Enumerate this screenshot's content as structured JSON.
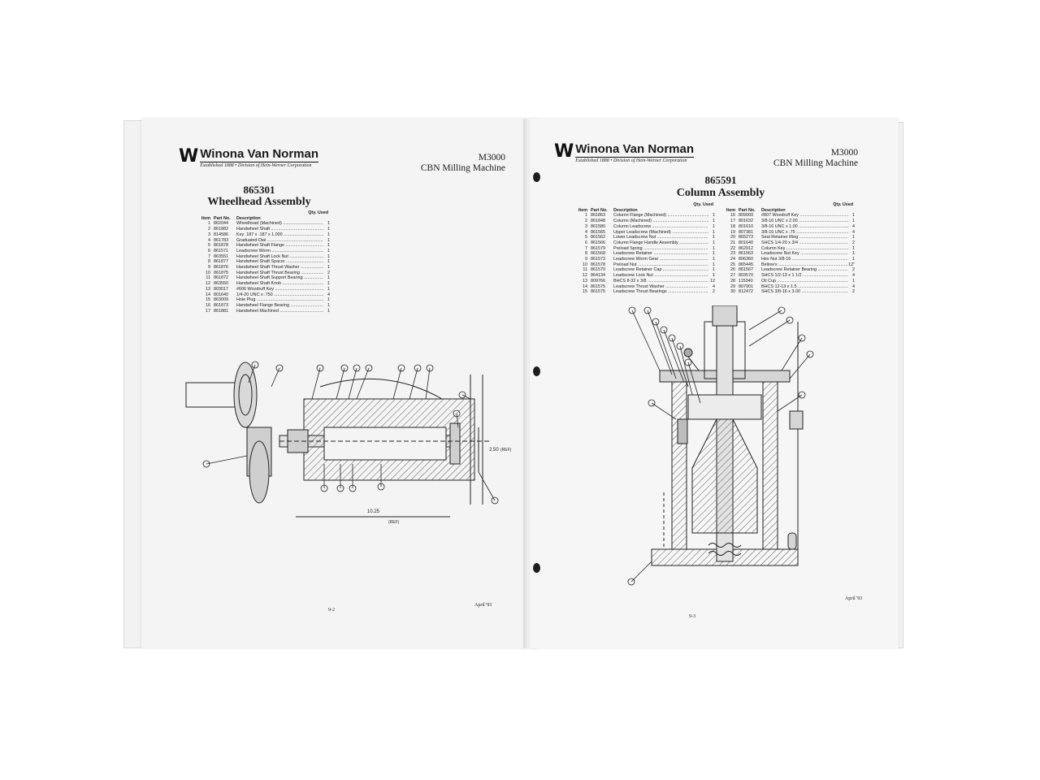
{
  "left_page": {
    "logo": {
      "mark": "W",
      "name": "Winona Van Norman",
      "tagline": "Established 1888 • Division of Hein-Werner Corporation"
    },
    "model": "M3000",
    "machine": "CBN Milling Machine",
    "assembly_number": "865301",
    "assembly_name": "Wheelhead Assembly",
    "qty_header": "Qty. Used",
    "columns": {
      "item": "Item",
      "part": "Part No.",
      "desc": "Description"
    },
    "parts": [
      {
        "item": "1",
        "part": "862044",
        "desc": "Wheelhead (Machined)",
        "qty": "1"
      },
      {
        "item": "2",
        "part": "861882",
        "desc": "Handwheel Shaft",
        "qty": "1"
      },
      {
        "item": "3",
        "part": "814586",
        "desc": "Key .187 x .187 x 1.000",
        "qty": "1"
      },
      {
        "item": "4",
        "part": "861783",
        "desc": "Graduated Dial",
        "qty": "1"
      },
      {
        "item": "5",
        "part": "861878",
        "desc": "Handwheel Shaft Flange",
        "qty": "1"
      },
      {
        "item": "6",
        "part": "861571",
        "desc": "Leadscrew Worm",
        "qty": "1"
      },
      {
        "item": "7",
        "part": "863551",
        "desc": "Handwheel Shaft Lock Nut",
        "qty": "1"
      },
      {
        "item": "8",
        "part": "861877",
        "desc": "Handwheel Shaft Spacer",
        "qty": "1"
      },
      {
        "item": "9",
        "part": "861876",
        "desc": "Handwheel Shaft Thrust Washer",
        "qty": "1"
      },
      {
        "item": "10",
        "part": "861875",
        "desc": "Handwheel Shaft Thrust Bearing",
        "qty": "2"
      },
      {
        "item": "11",
        "part": "861872",
        "desc": "Handwheel Shaft Support Bearing",
        "qty": "1"
      },
      {
        "item": "12",
        "part": "863550",
        "desc": "Handwheel Shaft Knob",
        "qty": "1"
      },
      {
        "item": "13",
        "part": "803017",
        "desc": "#606 Woodruff Key",
        "qty": "1"
      },
      {
        "item": "14",
        "part": "801640",
        "desc": "1/4-20 UNC x .750",
        "qty": "4"
      },
      {
        "item": "15",
        "part": "863009",
        "desc": "Hole Plug",
        "qty": "1"
      },
      {
        "item": "16",
        "part": "861873",
        "desc": "Handwheel Flange Bearing",
        "qty": "1"
      },
      {
        "item": "17",
        "part": "861881",
        "desc": "Handwheel Machined",
        "qty": "1"
      }
    ],
    "drawing": {
      "dim_height": "2.50",
      "dim_length": "10.25",
      "ref": "(REF)",
      "ref_short": "(REF)"
    },
    "page_number": "9-2",
    "date": "April '93"
  },
  "right_page": {
    "logo": {
      "mark": "W",
      "name": "Winona Van Norman",
      "tagline": "Established 1888 • Division of Hein-Werner Corporation"
    },
    "model": "M3000",
    "machine": "CBN Milling Machine",
    "assembly_number": "865591",
    "assembly_name": "Column Assembly",
    "qty_header": "Qty. Used",
    "columns": {
      "item": "Item",
      "part": "Part No.",
      "desc": "Description"
    },
    "parts_a": [
      {
        "item": "1",
        "part": "861863",
        "desc": "Column Flange (Machined)",
        "qty": "1"
      },
      {
        "item": "2",
        "part": "861848",
        "desc": "Column (Machined)",
        "qty": "1"
      },
      {
        "item": "3",
        "part": "861580",
        "desc": "Column Leadscrew",
        "qty": "1"
      },
      {
        "item": "4",
        "part": "861565",
        "desc": "Upper Leadscrew (Machined)",
        "qty": "1"
      },
      {
        "item": "5",
        "part": "861562",
        "desc": "Lower Leadscrew Nut",
        "qty": "1"
      },
      {
        "item": "6",
        "part": "861566",
        "desc": "Column Flange Handle Assembly",
        "qty": "1"
      },
      {
        "item": "7",
        "part": "861579",
        "desc": "Preload Spring",
        "qty": "1"
      },
      {
        "item": "8",
        "part": "861568",
        "desc": "Leadscrew Retainer",
        "qty": "1"
      },
      {
        "item": "9",
        "part": "861573",
        "desc": "Leadscrew Worm Gear",
        "qty": "1"
      },
      {
        "item": "10",
        "part": "861578",
        "desc": "Preload Nut",
        "qty": "1"
      },
      {
        "item": "11",
        "part": "861570",
        "desc": "Leadscrew Retainer Cap",
        "qty": "1"
      },
      {
        "item": "12",
        "part": "864134",
        "desc": "Leadscrew Lock Nut",
        "qty": "1"
      },
      {
        "item": "13",
        "part": "809766",
        "desc": "BHCS 8-32 x 3/8",
        "qty": "12"
      },
      {
        "item": "14",
        "part": "861575",
        "desc": "Leadscrew Thrust Washer",
        "qty": "4"
      },
      {
        "item": "15",
        "part": "861575",
        "desc": "Leadscrew Thrust Bearings",
        "qty": "2"
      }
    ],
    "parts_b": [
      {
        "item": "16",
        "part": "809009",
        "desc": "#807 Woodruff Key",
        "qty": "1"
      },
      {
        "item": "17",
        "part": "801632",
        "desc": "3/8-16 UNC x 2.00",
        "qty": "1"
      },
      {
        "item": "18",
        "part": "801610",
        "desc": "3/8-16 UNC x 1.00",
        "qty": "4"
      },
      {
        "item": "19",
        "part": "807381",
        "desc": "3/8-16 UNC x .75",
        "qty": "4"
      },
      {
        "item": "20",
        "part": "865273",
        "desc": "Seal Retainer Ring",
        "qty": "1"
      },
      {
        "item": "21",
        "part": "801640",
        "desc": "SHCS 1/4-20 x 3/4",
        "qty": "2"
      },
      {
        "item": "22",
        "part": "862912",
        "desc": "Column Key",
        "qty": "1"
      },
      {
        "item": "23",
        "part": "861563",
        "desc": "Leadscrew Nut Key",
        "qty": "1"
      },
      {
        "item": "24",
        "part": "806360",
        "desc": "Hex Nut 3/8-16",
        "qty": "1"
      },
      {
        "item": "25",
        "part": "865445",
        "desc": "Bellow's",
        "qty": "12\""
      },
      {
        "item": "26",
        "part": "861567",
        "desc": "Leadscrew Retainer Bearing",
        "qty": "2"
      },
      {
        "item": "27",
        "part": "803570",
        "desc": "SHCS 1/2-13 x 1 1/2",
        "qty": "4"
      },
      {
        "item": "28",
        "part": "115340",
        "desc": "Oil Cup",
        "qty": "1"
      },
      {
        "item": "29",
        "part": "807901",
        "desc": "BHCS 12-13 x 1.5",
        "qty": "4"
      },
      {
        "item": "30",
        "part": "812472",
        "desc": "SHCS 3/8-16 x 3.00",
        "qty": "2"
      }
    ],
    "page_number": "9-3",
    "date": "April '93"
  }
}
